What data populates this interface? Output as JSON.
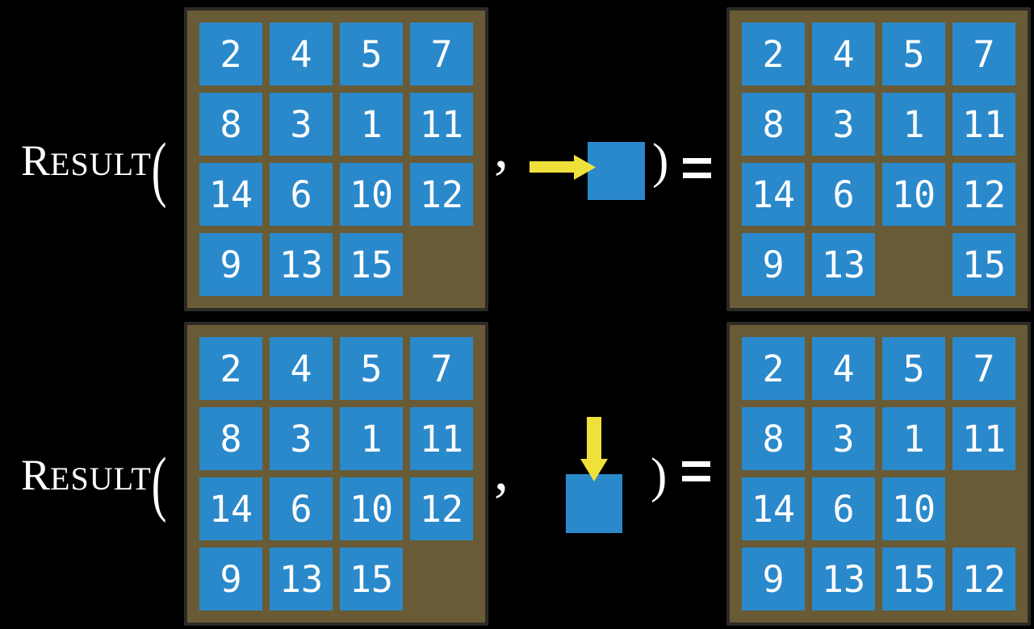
{
  "colors": {
    "background": "#000000",
    "tile": "#2a89cb",
    "frame": "#685b36",
    "board_border": "#2b2a26",
    "arrow": "#f0e13a",
    "text": "#ffffff"
  },
  "function": {
    "name_initial": "R",
    "name_rest": "ESULT",
    "open_paren": "(",
    "comma": ",",
    "close_paren": ")",
    "equals": "="
  },
  "examples": [
    {
      "action_arrow": "right",
      "input_board": [
        [
          2,
          4,
          5,
          7
        ],
        [
          8,
          3,
          1,
          11
        ],
        [
          14,
          6,
          10,
          12
        ],
        [
          9,
          13,
          15,
          null
        ]
      ],
      "output_board": [
        [
          2,
          4,
          5,
          7
        ],
        [
          8,
          3,
          1,
          11
        ],
        [
          14,
          6,
          10,
          12
        ],
        [
          9,
          13,
          null,
          15
        ]
      ]
    },
    {
      "action_arrow": "down",
      "input_board": [
        [
          2,
          4,
          5,
          7
        ],
        [
          8,
          3,
          1,
          11
        ],
        [
          14,
          6,
          10,
          12
        ],
        [
          9,
          13,
          15,
          null
        ]
      ],
      "output_board": [
        [
          2,
          4,
          5,
          7
        ],
        [
          8,
          3,
          1,
          11
        ],
        [
          14,
          6,
          10,
          null
        ],
        [
          9,
          13,
          15,
          12
        ]
      ]
    }
  ]
}
